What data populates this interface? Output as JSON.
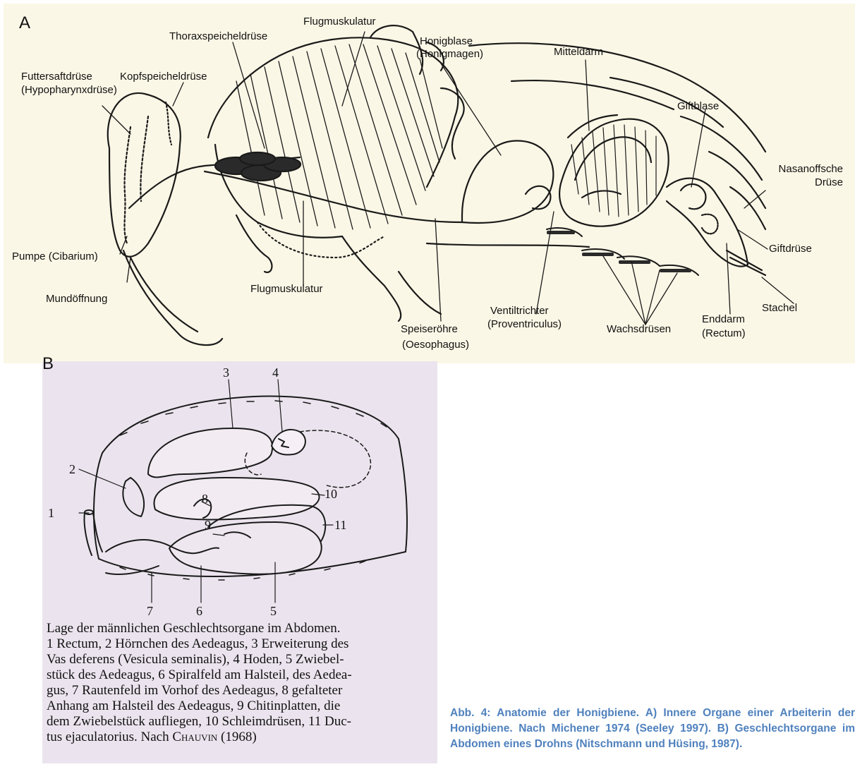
{
  "panel_a": {
    "letter": "A",
    "labels": {
      "flugmuskulatur_top": "Flugmuskulatur",
      "thoraxspeicheldruese": "Thoraxspeicheldrüse",
      "honigblase_1": "Honigblase",
      "honigblase_2": "(Honigmagen)",
      "mitteldarm": "Mitteldarm",
      "futtersaftdruese_1": "Futtersaftdrüse",
      "futtersaftdruese_2": "(Hypopharynxdrüse)",
      "kopfspeicheldruese": "Kopfspeicheldrüse",
      "giftblase": "Giftblase",
      "nasanoffsche_1": "Nasanoffsche",
      "nasanoffsche_2": "Drüse",
      "pumpe": "Pumpe (Cibarium)",
      "giftdruese": "Giftdrüse",
      "mundoeffnung": "Mundöffnung",
      "flugmuskulatur_bottom": "Flugmuskulatur",
      "stachel": "Stachel",
      "ventiltrichter_1": "Ventiltrichter",
      "ventiltrichter_2": "(Proventriculus)",
      "enddarm_1": "Enddarm",
      "enddarm_2": "(Rectum)",
      "speiseroehre_1": "Speiseröhre",
      "speiseroehre_2": "(Oesophagus)",
      "wachsdruesen": "Wachsdrüsen"
    }
  },
  "panel_b": {
    "letter": "B",
    "numbers": [
      "1",
      "2",
      "3",
      "4",
      "5",
      "6",
      "7",
      "8",
      "9",
      "10",
      "11"
    ],
    "caption_lines": [
      "Lage der männlichen Geschlechtsorgane im Abdomen.",
      "1 Rectum, 2 Hörnchen des Aedeagus, 3 Erweiterung des",
      "Vas deferens (Vesicula seminalis), 4 Hoden, 5 Zwiebel-",
      "stück des Aedeagus, 6 Spiralfeld am Halsteil, des Aedea-",
      "gus, 7 Rautenfeld im Vorhof des Aedeagus, 8 gefalteter",
      "Anhang am Halsteil des Aedeagus, 9 Chitinplatten, die",
      "dem Zwiebelstück aufliegen, 10 Schleimdrüsen, 11 Duc-",
      "tus ejaculatorius. Nach"
    ],
    "caption_author": "Chauvin",
    "caption_year": " (1968)"
  },
  "figure_caption": "Abb. 4: Anatomie der Honigbiene. A) Innere Organe einer Arbeiterin der Honigbiene. Nach Michener 1974 (Seeley 1997). B) Geschlechtsorgane im Abdomen eines Drohns (Nitschmann und Hüsing, 1987).",
  "colors": {
    "panel_a_bg": "#fbf7e6",
    "panel_b_bg": "#ebe4ee",
    "caption_blue": "#4f81bd"
  }
}
